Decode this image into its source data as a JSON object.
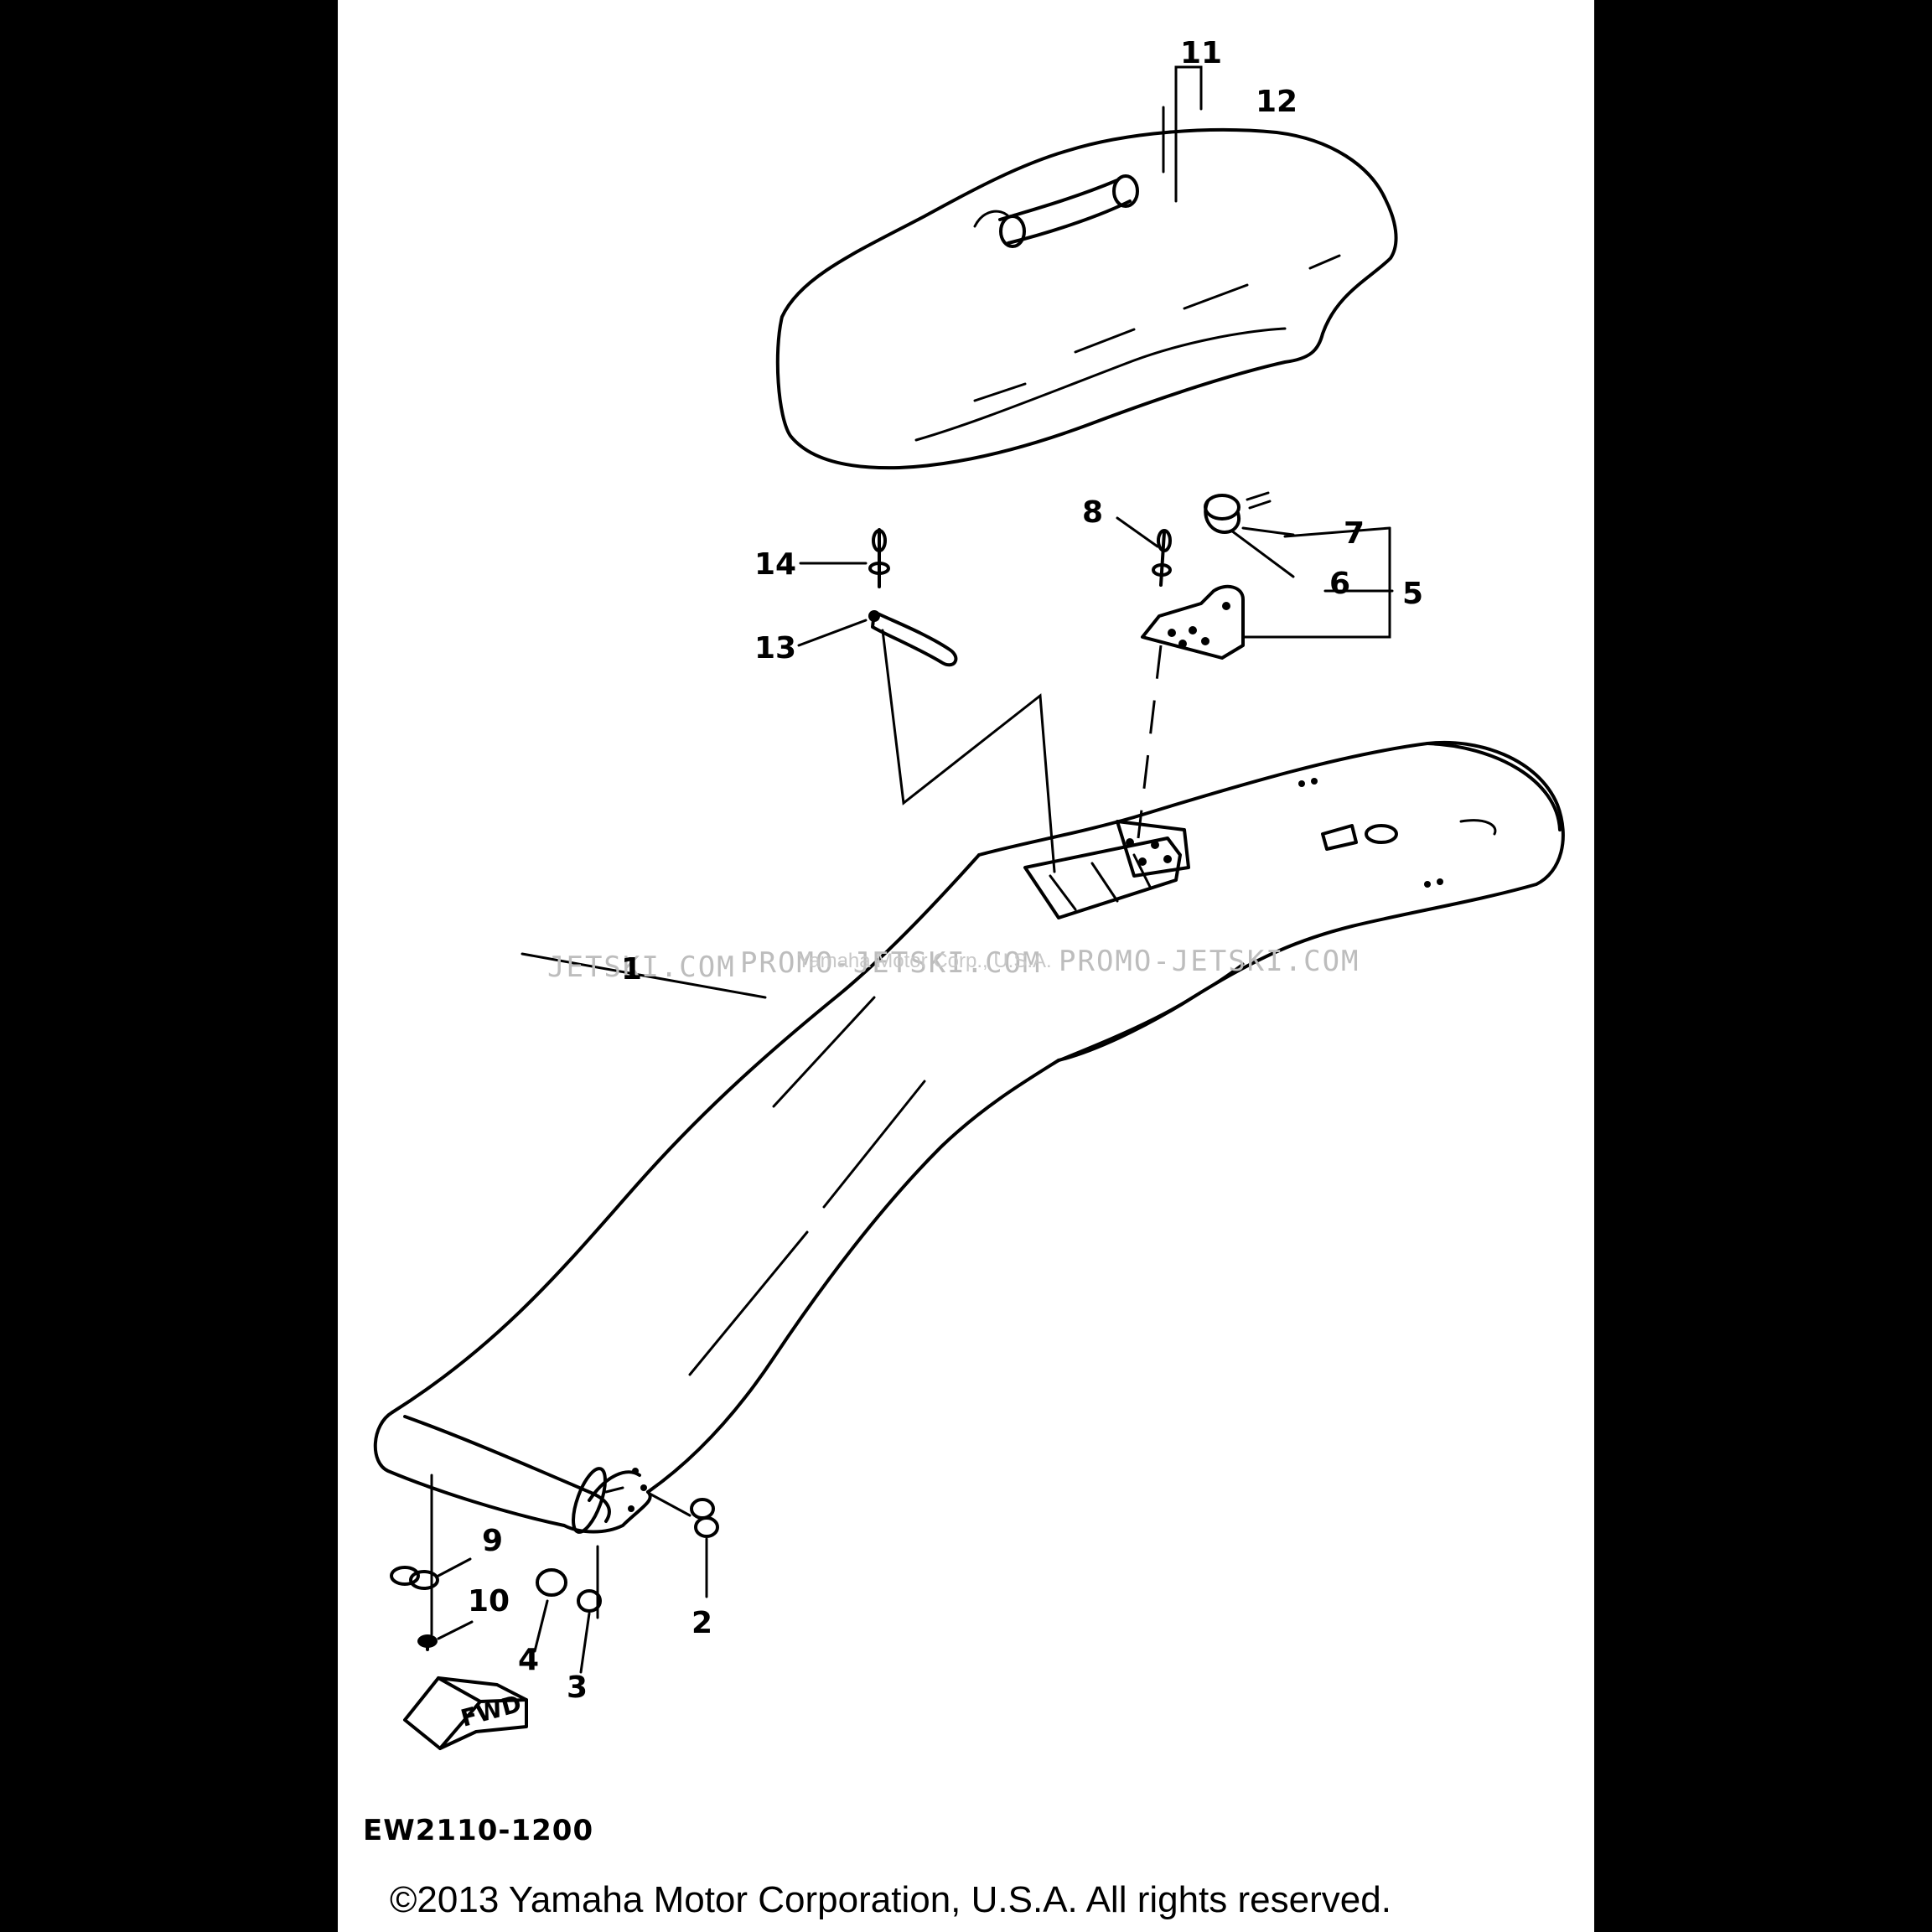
{
  "diagram": {
    "callouts": [
      "1",
      "2",
      "3",
      "4",
      "5",
      "6",
      "7",
      "8",
      "9",
      "10",
      "11",
      "12",
      "13",
      "14"
    ],
    "fwd_label": "FWD",
    "watermark": {
      "left": "JETSKI.COM",
      "center": "PROMO-JETSKI.COM",
      "right": "PROMO-JETSKI.COM",
      "overlay": "Yamaha Motor Corp., U.S.A."
    },
    "figure_code": "EW2110-1200",
    "copyright": "©2013 Yamaha Motor Corporation, U.S.A. All rights reserved."
  },
  "colors": {
    "background": "#000000",
    "sheet": "#ffffff",
    "ink": "#000000",
    "watermark": "#bdbdbd"
  }
}
